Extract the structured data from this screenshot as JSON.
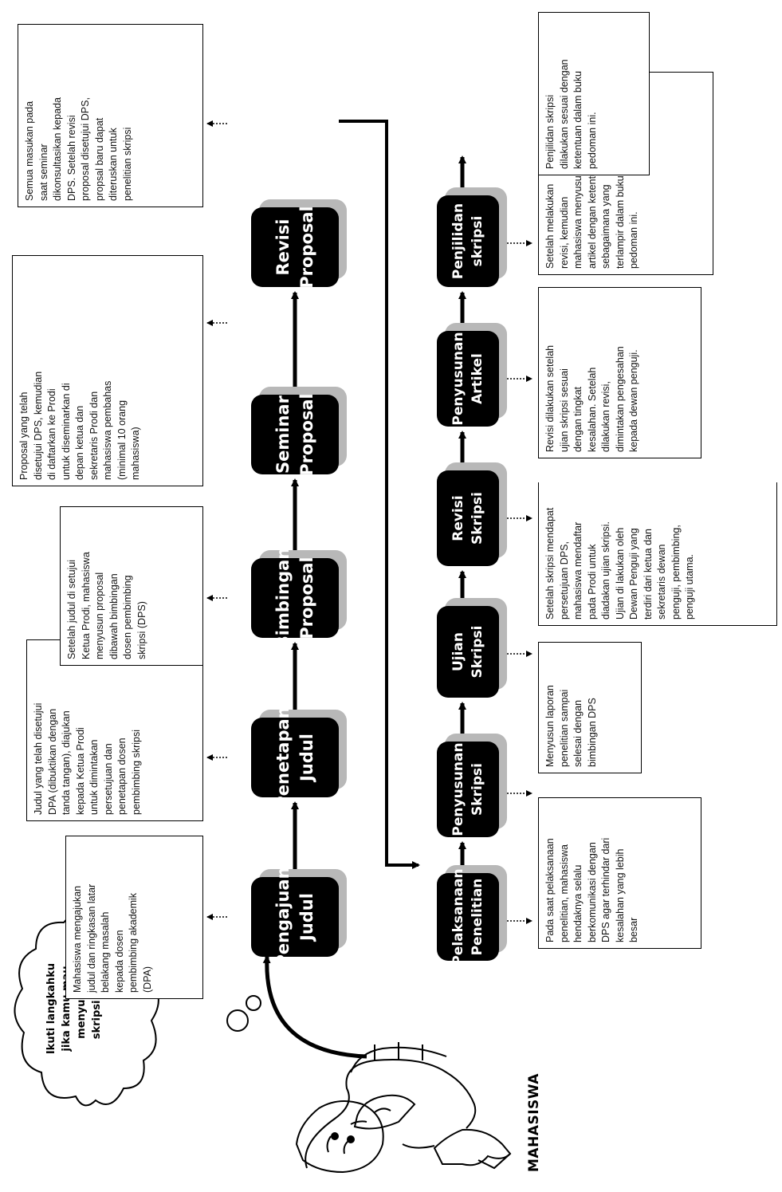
{
  "steps_top": [
    {
      "line1": "Pengajuan",
      "line2": "Judul"
    },
    {
      "line1": "Penetapan",
      "line2": "Judul"
    },
    {
      "line1": "Bimbingan",
      "line2": "Proposal"
    },
    {
      "line1": "Seminar",
      "line2": "Proposal"
    },
    {
      "line1": "Revisi",
      "line2": "Proposal"
    }
  ],
  "steps_bottom": [
    {
      "line1": "Pelaksanaan",
      "line2": "Penelitian"
    },
    {
      "line1": "Penyusunan",
      "line2": "Skripsi"
    },
    {
      "line1": "Ujian",
      "line2": "Skripsi"
    },
    {
      "line1": "Revisi",
      "line2": "Skripsi"
    },
    {
      "line1": "Penyusunan",
      "line2": "Artikel"
    },
    {
      "line1": "Penjilidan",
      "line2": "skripsi"
    }
  ],
  "desc_top": [
    [
      "Mahasiswa mengajukan",
      "judul dan ringkasan latar",
      "belakang masalah",
      "kepada dosen",
      "pembimbing akademik",
      "(DPA)"
    ],
    [
      "Judul yang telah disetujui",
      "DPA (dibuktikan dengan",
      "tanda tangan), diajukan",
      "kepada Ketua Prodi",
      "untuk dimintakan",
      "persetujuan dan",
      "penetapan dosen",
      "pembimbing skripsi"
    ],
    [
      "Setelah judul di setujui",
      "Ketua Prodi, mahasiswa",
      "menyusun proposal",
      "dibawah bimbingan",
      "dosen pembimbing",
      "skripsi (DPS)"
    ],
    [
      "Proposal yang telah",
      "disetujui DPS, kemudian",
      "di daftarkan ke Prodi",
      "untuk diseminarkan di",
      "depan ketua dan",
      "sekretaris Prodi dan",
      "mahasiswa pembahas",
      "(minimal 10 orang",
      "mahasiswa)"
    ],
    [
      "Semua masukan pada",
      "saat seminar",
      "dikonsultasikan kepada",
      "DPS. Setelah revisi",
      "proposal disetujui DPS,",
      "propsal baru dapat",
      "diteruskan untuk",
      "penelitian skripsi"
    ]
  ],
  "desc_bottom": [
    [
      "Pada saat pelaksanaan",
      "penelitian, mahasiswa",
      "hendaknya selalu",
      "berkomunikasi dengan",
      "DPS agar terhindar dari",
      "kesalahan yang lebih",
      "besar"
    ],
    [
      "Menyusun laporan",
      "penelitian sampai",
      "selesai dengan",
      "bimbingan DPS"
    ],
    [
      "Setelah skripsi mendapat",
      "persetujuan DPS,",
      "mahasiswa mendaftar",
      "pada Prodi untuk",
      "diadakan ujian skripsi.",
      "Ujian di lakukan oleh",
      "Dewan Penguji yang",
      "terdiri dari ketua dan",
      "sekretaris dewan",
      "penguji, pembimbing,",
      "penguji utama."
    ],
    [
      "Revisi dilakukan setelah",
      "ujian skripsi sesuai",
      "dengan tingkat",
      "kesalahan. Setelah",
      "dilakukan revisi,",
      "dimintakan pengesahan",
      "kepada dewan penguji."
    ],
    [
      "Setelah melakukan",
      "revisi, kemudian",
      "mahasiswa menyusun",
      "artikel dengan ketentuan",
      "sebagaimana yang",
      "terlampir dalam buku",
      "pedoman ini."
    ],
    [
      "Penjilidan skripsi",
      "dilakukan sesuai dengan",
      "ketentuan dalam buku",
      "pedoman ini."
    ]
  ],
  "thought_bubble": [
    "Ikuti langkahku",
    "jika kamu mau",
    "menyusun",
    "skripsi ya!"
  ],
  "mascot_caption": "MAHASISWA"
}
